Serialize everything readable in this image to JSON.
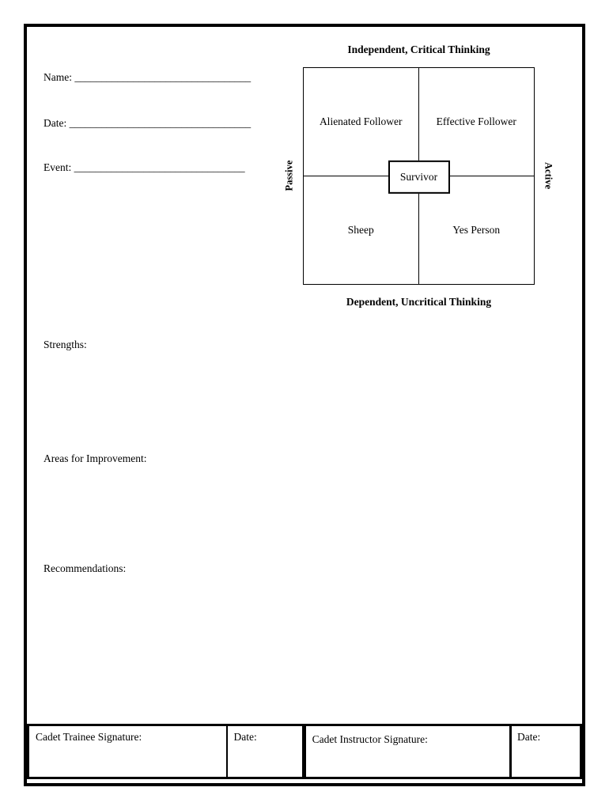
{
  "fields": [
    {
      "label": "Name:",
      "line": "_________________________________"
    },
    {
      "label": "Date:",
      "line": "__________________________________"
    },
    {
      "label": "Event:",
      "line": "________________________________"
    }
  ],
  "diagram": {
    "title_top": "Independent, Critical Thinking",
    "title_bottom": "Dependent, Uncritical Thinking",
    "axis_left": "Passive",
    "axis_right": "Active",
    "quadrant_top_left": "Alienated Follower",
    "quadrant_top_right": "Effective Follower",
    "quadrant_bottom_left": "Sheep",
    "quadrant_bottom_right": "Yes Person",
    "center": "Survivor"
  },
  "sections": {
    "strengths": "Strengths:",
    "improvement": "Areas for Improvement:",
    "recommendations": "Recommendations:"
  },
  "signature": {
    "trainee": "Cadet Trainee Signature:",
    "date1": "Date:",
    "instructor": "Cadet Instructor Signature:",
    "date2": "Date:"
  }
}
